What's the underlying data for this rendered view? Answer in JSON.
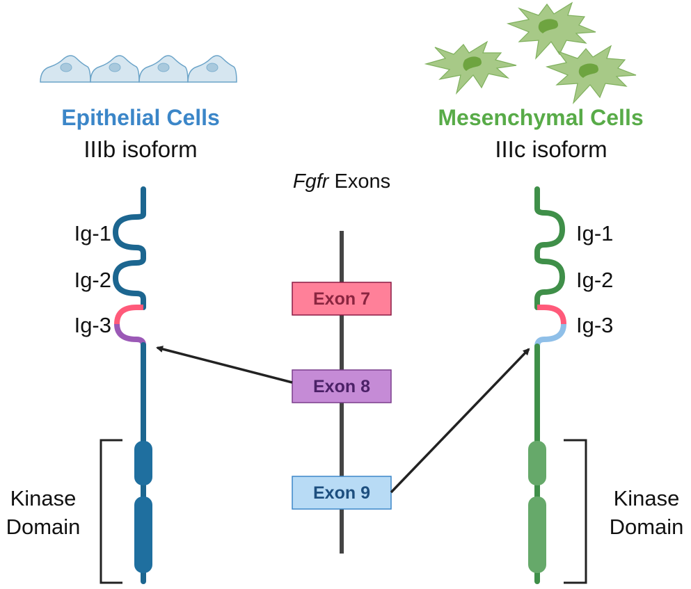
{
  "colors": {
    "epithelial_title": "#3b86c8",
    "mesenchymal_title": "#58ab48",
    "epithelial_receptor": "#1c6690",
    "mesenchymal_receptor": "#3f8f49",
    "epithelial_kinase": "#1f6f9f",
    "mesenchymal_kinase": "#66a96a",
    "exon7_fill": "#ff8099",
    "exon7_stroke": "#8a1a44",
    "exon7_text": "#8a2540",
    "exon8_fill": "#c58bd6",
    "exon8_stroke": "#7a3d8c",
    "exon8_text": "#4b2167",
    "exon9_fill": "#b8dbf5",
    "exon9_stroke": "#3b86c8",
    "exon9_text": "#1d4f7f",
    "ig3_top_segment": "#ff5a7a",
    "ig3_bottom_epithelial": "#9b59b6",
    "ig3_bottom_mesenchymal": "#8fbfe8",
    "epithelial_cell_fill": "#d6e6f0",
    "epithelial_cell_stroke": "#6aa3c8",
    "mesenchymal_cell_fill": "#a7c987",
    "mesenchymal_nucleus": "#6ea440"
  },
  "left": {
    "cell_type": "Epithelial Cells",
    "isoform": "IIIb isoform",
    "cell_icon": "epithelial-cells-icon",
    "domains": [
      "Ig-1",
      "Ig-2",
      "Ig-3"
    ],
    "kinase_label_line1": "Kinase",
    "kinase_label_line2": "Domain"
  },
  "right": {
    "cell_type": "Mesenchymal Cells",
    "isoform": "IIIc isoform",
    "cell_icon": "mesenchymal-cells-icon",
    "domains": [
      "Ig-1",
      "Ig-2",
      "Ig-3"
    ],
    "kinase_label_line1": "Kinase",
    "kinase_label_line2": "Domain"
  },
  "center": {
    "title_italic": "Fgfr",
    "title_rest": " Exons",
    "exons": [
      {
        "label": "Exon 7"
      },
      {
        "label": "Exon 8"
      },
      {
        "label": "Exon 9"
      }
    ]
  },
  "arrows": [
    {
      "from": "Exon 8",
      "to": "IIIb Ig-3"
    },
    {
      "from": "Exon 9",
      "to": "IIIc Ig-3"
    }
  ]
}
